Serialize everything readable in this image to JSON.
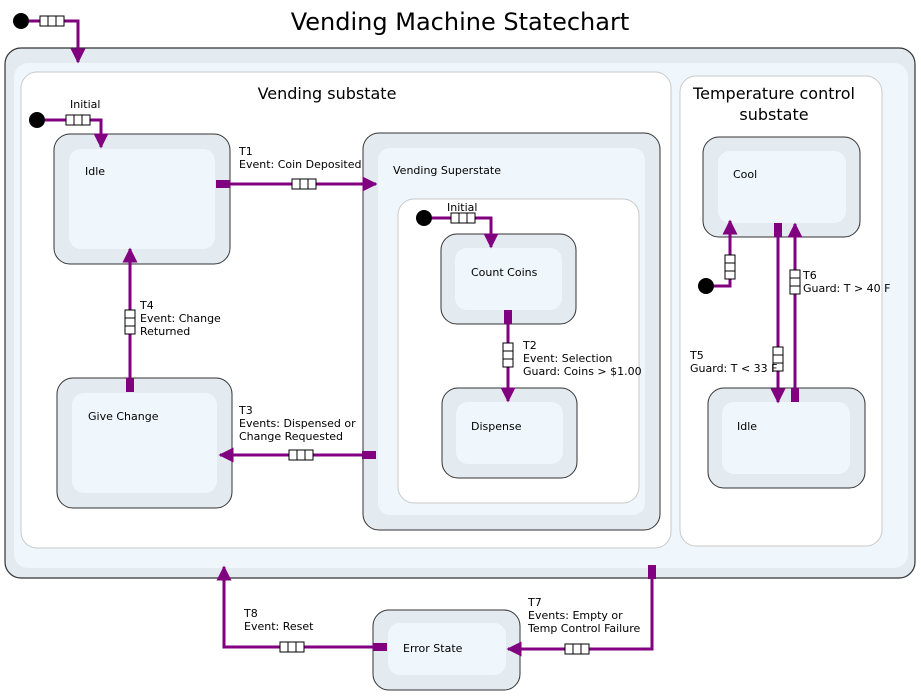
{
  "title": "Vending Machine Statechart",
  "colors": {
    "transition": "#800080",
    "state_outer": "#e3eaf0",
    "state_inner": "#f0f7fc",
    "region_bg": "#ffffff",
    "border": "#333333",
    "region_border": "#c8c8c8"
  },
  "regions": {
    "vending": "Vending substate",
    "temperature_line1": "Temperature control",
    "temperature_line2": "substate"
  },
  "states": {
    "idle": "Idle",
    "give_change": "Give Change",
    "vending_superstate": "Vending Superstate",
    "count_coins": "Count Coins",
    "dispense": "Dispense",
    "cool": "Cool",
    "temp_idle": "Idle",
    "error_state": "Error State"
  },
  "initial_labels": {
    "vending": "Initial",
    "superstate": "Initial"
  },
  "transitions": {
    "t1": {
      "id": "T1",
      "lines": [
        "Event: Coin Deposited"
      ]
    },
    "t2": {
      "id": "T2",
      "lines": [
        "Event: Selection",
        "Guard: Coins > $1.00"
      ]
    },
    "t3": {
      "id": "T3",
      "lines": [
        "Events: Dispensed or",
        "Change Requested"
      ]
    },
    "t4": {
      "id": "T4",
      "lines": [
        "Event: Change",
        "Returned"
      ]
    },
    "t5": {
      "id": "T5",
      "lines": [
        "Guard: T < 33 F"
      ]
    },
    "t6": {
      "id": "T6",
      "lines": [
        "Guard: T > 40 F"
      ]
    },
    "t7": {
      "id": "T7",
      "lines": [
        "Events: Empty or",
        "Temp Control Failure"
      ]
    },
    "t8": {
      "id": "T8",
      "lines": [
        "Event: Reset"
      ]
    }
  }
}
